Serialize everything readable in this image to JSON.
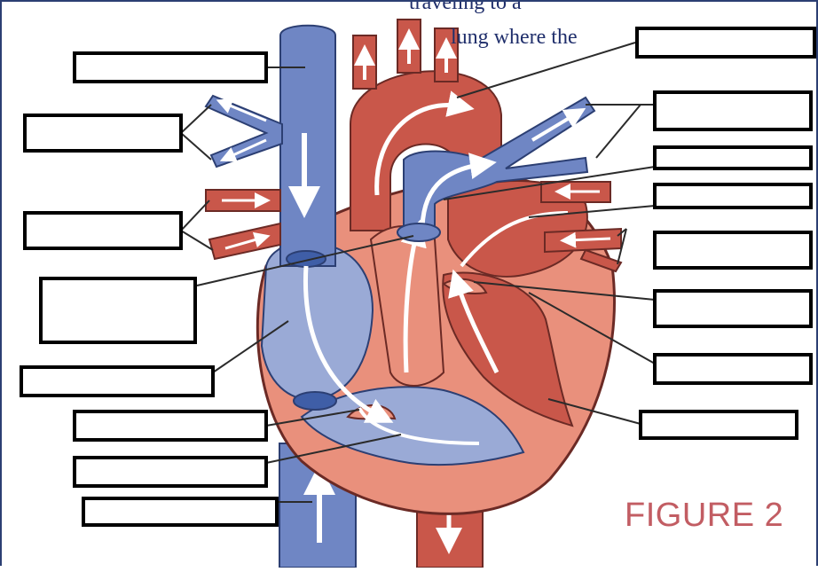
{
  "caption": {
    "line1": "traveling to a",
    "line2": "lung where the"
  },
  "figure_label": "FIGURE 2",
  "colors": {
    "deoxygenated": "#6f86c4",
    "oxygenated": "#c9574a",
    "heart_muscle": "#e9907c",
    "label_text": "#c25d63",
    "caption_text": "#1f2e6b"
  },
  "answer_boxes": [
    {
      "id": 1,
      "value": ""
    },
    {
      "id": 2,
      "value": ""
    },
    {
      "id": 3,
      "value": ""
    },
    {
      "id": 4,
      "value": ""
    },
    {
      "id": 5,
      "value": ""
    },
    {
      "id": 6,
      "value": ""
    },
    {
      "id": 7,
      "value": ""
    },
    {
      "id": 8,
      "value": ""
    },
    {
      "id": 9,
      "value": ""
    },
    {
      "id": 10,
      "value": ""
    },
    {
      "id": 11,
      "value": ""
    },
    {
      "id": 12,
      "value": ""
    },
    {
      "id": 13,
      "value": ""
    },
    {
      "id": 14,
      "value": ""
    },
    {
      "id": 15,
      "value": ""
    },
    {
      "id": 16,
      "value": ""
    },
    {
      "id": 17,
      "value": ""
    }
  ]
}
